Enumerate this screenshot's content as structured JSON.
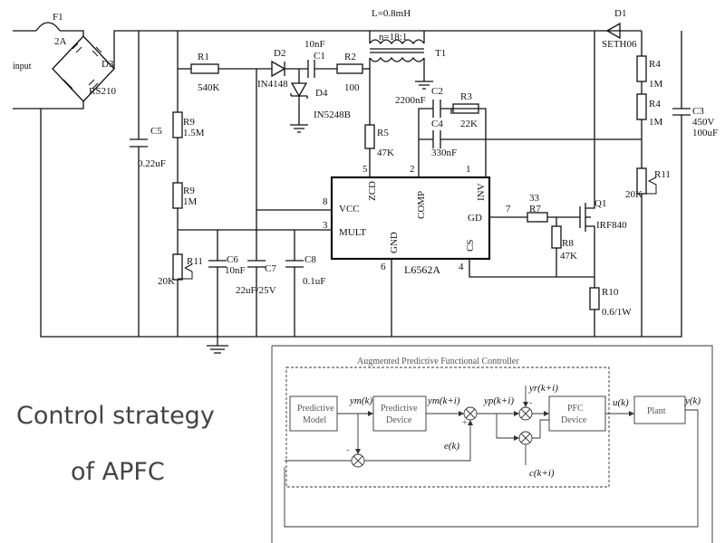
{
  "circuit": {
    "components": {
      "F1": "F1",
      "F1_val": "2A",
      "input": "input",
      "D3": "D3",
      "RS210": "RS210",
      "R1": "R1",
      "R1_val": "540K",
      "D2": "D2",
      "D2_val": "IN4148",
      "C1_cap": "10nF",
      "C1": "C1",
      "D4": "D4",
      "D4_val": "IN5248B",
      "R2": "R2",
      "R2_val": "100",
      "L": "L=0.8mH",
      "n": "n=18:1",
      "T1": "T1",
      "D1": "D1",
      "D1_val": "SETH06",
      "C5": "C5",
      "C5_val": "0.22uF",
      "R9a": "R9",
      "R9a_val": "1.5M",
      "R9b": "R9",
      "R9b_val": "1M",
      "R11a": "R11",
      "R11a_val": "20K",
      "C6": "C6",
      "C6_val": "10nF",
      "C7": "C7",
      "C7_val": "22uF/25V",
      "C8": "C8",
      "C8_val": "0.1uF",
      "C2_cap": "2200nF",
      "C2": "C2",
      "R3": "R3",
      "R3_val": "22K",
      "C4": "C4",
      "C4_val": "330nF",
      "R5": "R5",
      "R5_val": "47K",
      "R4a": "R4",
      "R4a_val": "1M",
      "R4b": "R4",
      "R4b_val": "1M",
      "C3": "C3",
      "C3_v": "450V",
      "C3_c": "100uF",
      "R11b": "R11",
      "R11b_val": "20K",
      "Q1": "Q1",
      "Q1_val": "IRF840",
      "R7_val": "33",
      "R7": "R7",
      "R8": "R8",
      "R8_val": "47K",
      "R10": "R10",
      "R10_val": "0.6/1W"
    },
    "ic": {
      "name": "L6562A",
      "pins": {
        "ZCD": "ZCD",
        "COMP": "COMP",
        "INV": "INV",
        "VCC": "VCC",
        "MULT": "MULT",
        "GND": "GND",
        "GD": "GD",
        "CS": "CS"
      },
      "pin_numbers": {
        "p5": "5",
        "p2": "2",
        "p1": "1",
        "p8": "8",
        "p3": "3",
        "p6": "6",
        "p7": "7",
        "p4": "4"
      }
    }
  },
  "caption": {
    "line1": "Control strategy",
    "line2": "of APFC"
  },
  "controller": {
    "title": "Augmented Predictive Functional Controller",
    "blocks": {
      "predictive_model": [
        "Predictive",
        "Model"
      ],
      "predictive_device": [
        "Predictive",
        "Device"
      ],
      "pfc_device": [
        "PFC",
        "Device"
      ],
      "plant": "Plant"
    },
    "signals": {
      "ym_k": "ym(k)",
      "ym_k_i": "ym(k+i)",
      "yp_k_i": "yp(k+i)",
      "yr_k_i": "yr(k+i)",
      "u_k": "u(k)",
      "y_k": "y(k)",
      "e_k": "e(k)",
      "c_k_i": "c(k+i)"
    },
    "signs": {
      "minus": "-",
      "plus": "+"
    }
  }
}
